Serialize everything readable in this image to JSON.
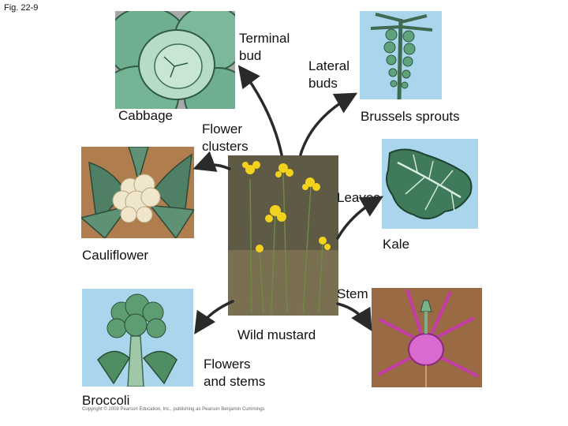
{
  "figure_label": "Fig. 22-9",
  "center": {
    "name": "Wild mustard"
  },
  "labels": {
    "terminal_bud": "Terminal\nbud",
    "lateral_buds": "Lateral\nbuds",
    "cabbage": "Cabbage",
    "brussels_sprouts": "Brussels sprouts",
    "flower_clusters": "Flower\nclusters",
    "leaves": "Leaves",
    "kale": "Kale",
    "cauliflower": "Cauliflower",
    "stem": "Stem",
    "flowers_and_stems": "Flowers\nand stems",
    "broccoli": "Broccoli"
  },
  "copyright": "Copyright © 2008 Pearson Education, Inc., publishing as Pearson Benjamin Cummings",
  "colors": {
    "arrow": "#2a2a2a",
    "cabbage_bg": "#a8a8a8",
    "brussels_bg": "#a9d6ec",
    "kale_bg": "#a9d6ec",
    "cauliflower_bg": "#b07d4e",
    "broccoli_bg": "#a9d6ec",
    "kohlrabi_bg": "#9a6a44"
  }
}
